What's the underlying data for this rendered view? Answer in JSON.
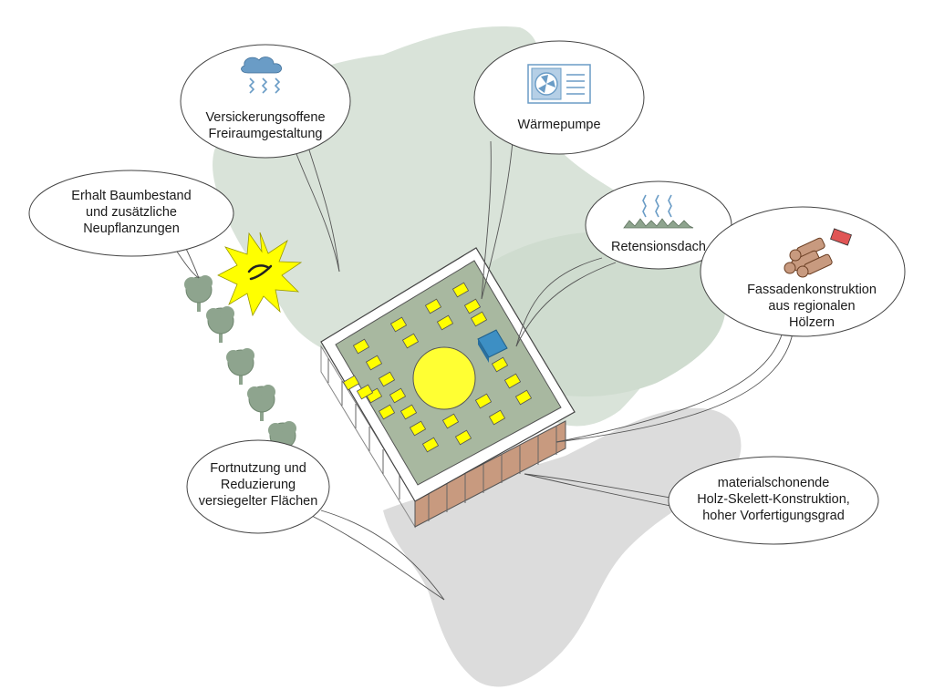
{
  "callouts": {
    "versickerung": {
      "lines": [
        "Versickerungsoffene",
        "Freiraumgestaltung"
      ]
    },
    "waermepumpe": {
      "lines": [
        "Wärmepumpe"
      ]
    },
    "baumbestand": {
      "lines": [
        "Erhalt Baumbestand",
        "und zusätzliche",
        "Neupflanzungen"
      ]
    },
    "retensionsdach": {
      "lines": [
        "Retensionsdach"
      ]
    },
    "fassade": {
      "lines": [
        "Fassadenkonstruktion",
        "aus regionalen",
        "Hölzern"
      ]
    },
    "fortnutzung": {
      "lines": [
        "Fortnutzung und",
        "Reduzierung",
        "versiegelter Flächen"
      ]
    },
    "holzskelett": {
      "lines": [
        "materialschonende",
        "Holz-Skelett-Konstruktion,",
        "hoher Vorfertigungsgrad"
      ]
    }
  },
  "icons": {
    "versickerung": "cloud-rain-icon",
    "waermepumpe": "heat-pump-icon",
    "retensionsdach": "green-roof-icon",
    "fassade": "timber-logs-icon",
    "sun": "sun-icon",
    "tree": "tree-icon"
  },
  "colors": {
    "ground_green": "#d9e3d9",
    "ground_grey": "#dcdcdc",
    "roof_green": "#a8b8a0",
    "solar_panel": "#ffff00",
    "skylight": "#ffff33",
    "heat_pump_unit": "#3d8fc4",
    "facade_wood": "#c89a7f",
    "tree_green": "#8ea48e",
    "icon_blue": "#6a9cc6"
  }
}
